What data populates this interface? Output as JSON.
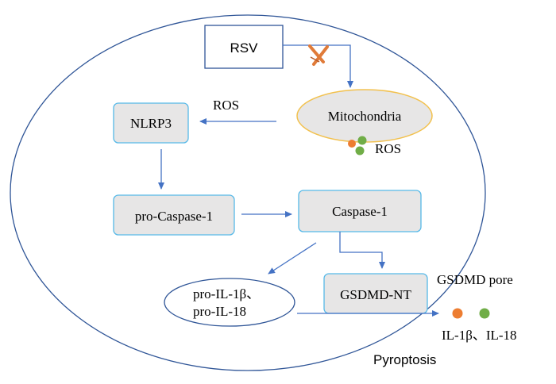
{
  "colors": {
    "cell_outline": "#2f5597",
    "arrow": "#4472c4",
    "box_fill": "#e7e6e6",
    "box_stroke": "#56b9e8",
    "mito_fill": "#e7e6e6",
    "mito_stroke": "#f2c14e",
    "ros_orange": "#ed7d31",
    "ros_green": "#70ad47",
    "inhibit_mark": "#e07b39"
  },
  "nodes": {
    "rsv": "RSV",
    "mitochondria": "Mitochondria",
    "nlrp3": "NLRP3",
    "pro_caspase": "pro-Caspase-1",
    "caspase": "Caspase-1",
    "gsdmd_nt": "GSDMD-NT",
    "pro_il_line1": "pro-IL-1β、",
    "pro_il_line2": "pro-IL-18"
  },
  "labels": {
    "ros_top": "ROS",
    "ros_mito": "ROS",
    "gsdmd_pore": "GSDMD pore",
    "il_release": "IL-1β、IL-18",
    "pyroptosis": "Pyroptosis"
  }
}
